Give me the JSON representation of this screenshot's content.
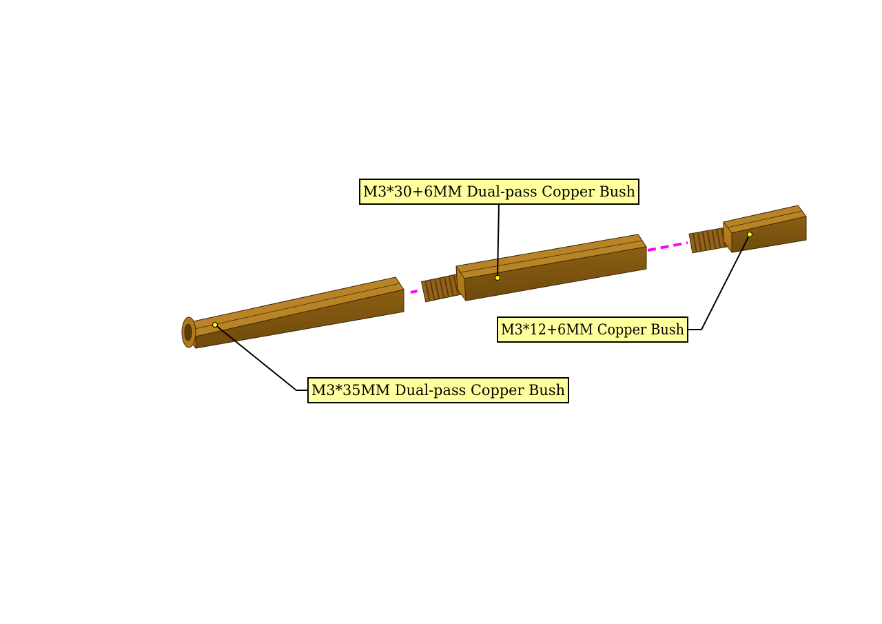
{
  "colors": {
    "background": "#ffffff",
    "brass_top": "#b88222",
    "brass_mid": "#a87216",
    "brass_bottom": "#7d5410",
    "brass_edge": "#3e2a08",
    "thread": "#94621a",
    "assembly_axis": "#ff00ff",
    "label_fill": "#ffff9e",
    "label_border": "#000000",
    "leader_line": "#000000",
    "anchor_dot": "#ffff00"
  },
  "callouts": {
    "bush_35mm": {
      "label": "M3*35MM Dual-pass Copper Bush"
    },
    "bush_30mm": {
      "label": "M3*30+6MM Dual-pass Copper Bush"
    },
    "bush_12mm": {
      "label": "M3*12+6MM Copper Bush"
    }
  }
}
